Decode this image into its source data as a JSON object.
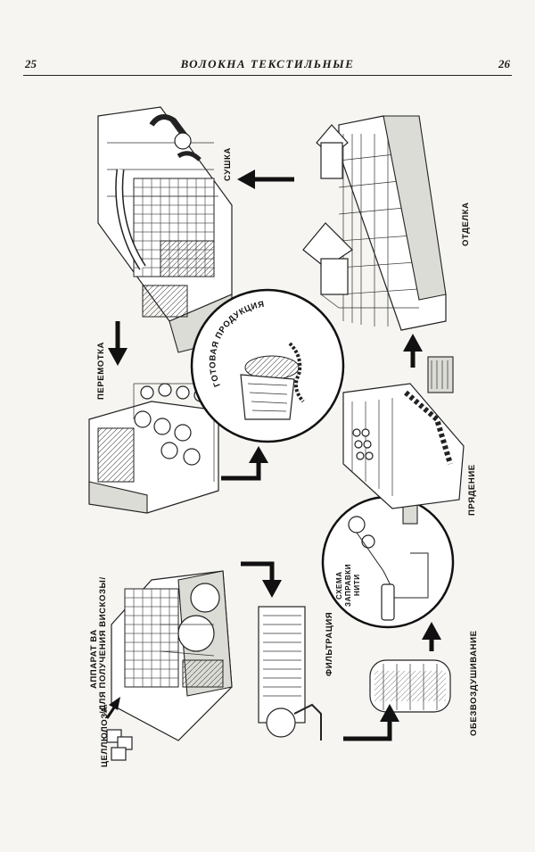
{
  "header": {
    "page_left": "25",
    "title": "ВОЛОКНА ТЕКСТИЛЬНЫЕ",
    "page_right": "26"
  },
  "figure": {
    "labels": {
      "cellulose": "ЦЕЛЛЮЛОЗА",
      "apparatus_line1": "АППАРАТ ВА",
      "apparatus_line2": "/ДЛЯ ПОЛУЧЕНИЯ ВИСКОЗЫ/",
      "filtration": "ФИЛЬТРАЦИЯ",
      "deaeration": "ОБЕЗВОЗДУШИВАНИЕ",
      "thread_scheme_line1": "СХЕМА",
      "thread_scheme_line2": "ЗАПРАВКИ",
      "thread_scheme_line3": "НИТИ",
      "spinning": "ПРЯДЕНИЕ",
      "finishing": "ОТДЕЛКА",
      "drying": "СУШКА",
      "rewinding": "ПЕРЕМОТКА",
      "finished_product": "ГОТОВАЯ ПРОДУКЦИЯ"
    }
  }
}
